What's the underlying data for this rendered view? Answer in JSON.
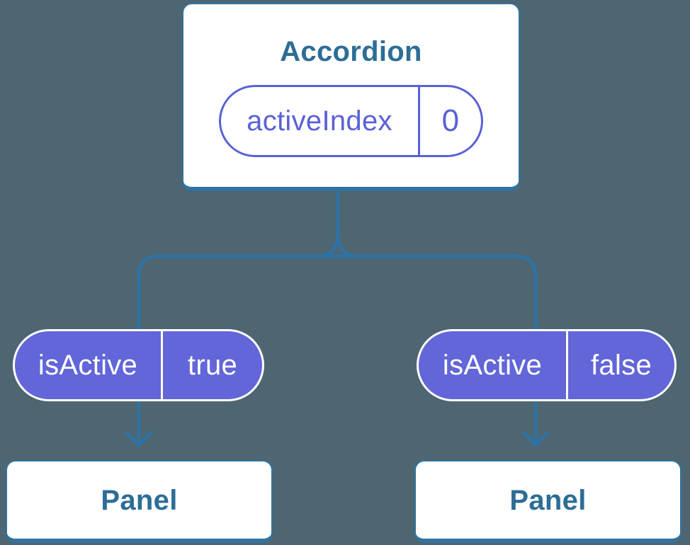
{
  "palette": {
    "background": "#4d6671",
    "connector_line": "#2c73a8",
    "box_fill": "#ffffff",
    "box_border": "#31729f",
    "title_text": "#2d6d96",
    "purple_accent": "#5a61d6",
    "prop_pill_fill": "#6266d8",
    "prop_pill_text": "#ffffff"
  },
  "tree": {
    "root": {
      "title": "Accordion",
      "state": {
        "label": "activeIndex",
        "value": "0"
      }
    },
    "children": [
      {
        "prop": {
          "label": "isActive",
          "value": "true"
        },
        "node": {
          "title": "Panel"
        }
      },
      {
        "prop": {
          "label": "isActive",
          "value": "false"
        },
        "node": {
          "title": "Panel"
        }
      }
    ]
  }
}
